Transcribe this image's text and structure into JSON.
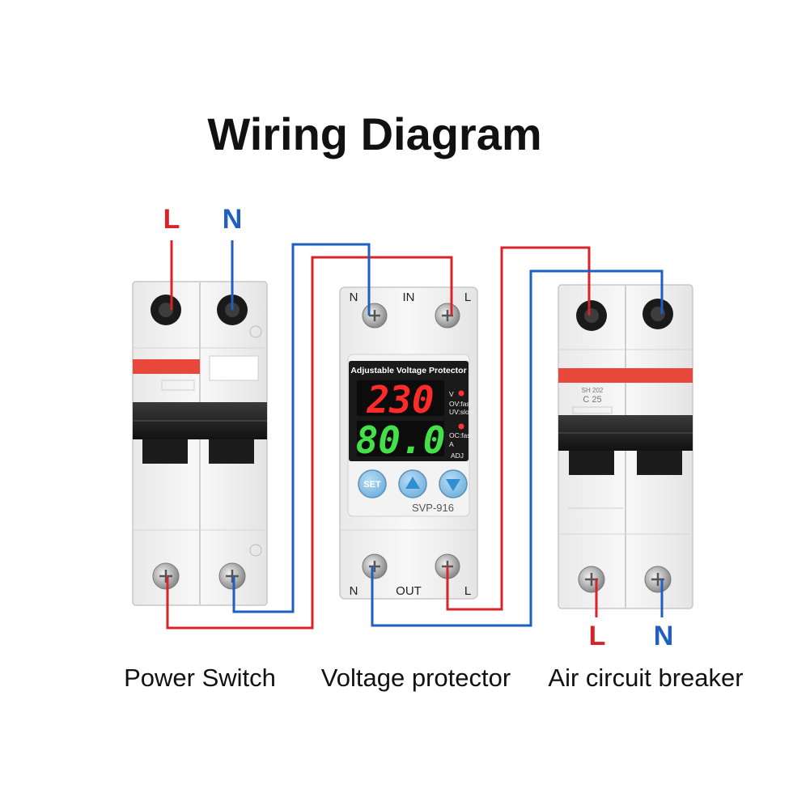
{
  "title": "Wiring Diagram",
  "input": {
    "live_label": "L",
    "neutral_label": "N"
  },
  "output": {
    "live_label": "L",
    "neutral_label": "N"
  },
  "protector": {
    "terminal_n_top": "N",
    "terminal_in": "IN",
    "terminal_l_top": "L",
    "header": "Adjustable Voltage Protector",
    "voltage_display": "230",
    "current_display": "80.0",
    "unit_v": "V",
    "ov_label": "OV:fast",
    "uv_label": "UV:slow",
    "unit_a": "A",
    "oc_label": "OC:fast",
    "adj_label": "ADJ",
    "set_button": "SET",
    "model": "SVP-916",
    "terminal_n_bottom": "N",
    "terminal_out": "OUT",
    "terminal_l_bottom": "L"
  },
  "breaker": {
    "model": "SH 202",
    "rating": "C 25"
  },
  "captions": {
    "power_switch": "Power Switch",
    "voltage_protector": "Voltage protector",
    "air_circuit_breaker": "Air circuit breaker"
  },
  "colors": {
    "live": "#d8232a",
    "neutral": "#1f5fbf",
    "display_red": "#ff2a2a",
    "display_green": "#43e04a",
    "stripe": "#e8473c"
  }
}
